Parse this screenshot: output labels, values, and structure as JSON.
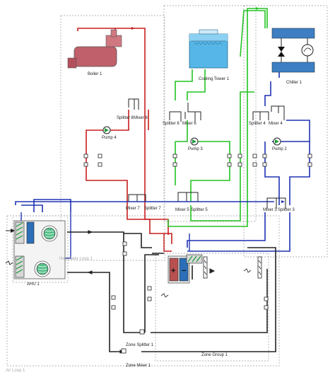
{
  "labels": {
    "boiler": "Boiler 1",
    "cooling_tower": "Cooling Tower 1",
    "chiller": "Chiller 1",
    "splitter8": "Splitter 8",
    "mixer8": "Mixer 8",
    "splitter6": "Splitter 6",
    "mixer6": "Mixer 6",
    "splitter4": "Splitter 4",
    "mixer4": "Mixer 4",
    "pump4": "Pump 4",
    "pump3": "Pump 3",
    "pump2": "Pump 2",
    "mixer7": "Mixer 7",
    "splitter7": "Splitter 7",
    "mixer5": "Mixer 5",
    "splitter5": "Splitter 5",
    "mixer3": "Mixer 3",
    "splitter3": "Splitter 3",
    "ahu": "AHU 1",
    "water_loop": "Hot Water Loop 1",
    "zone_splitter": "Zone Splitter 1",
    "zone_group": "Zone Group 1",
    "zone_mixer": "Zone Mixer 1",
    "air_loop": "Air Loop 1"
  },
  "colors": {
    "hot": "#c81e1e",
    "condenser": "#22c322",
    "chilled": "#1e32b4",
    "air": "#222222",
    "dashed": "#9a9a9a"
  }
}
